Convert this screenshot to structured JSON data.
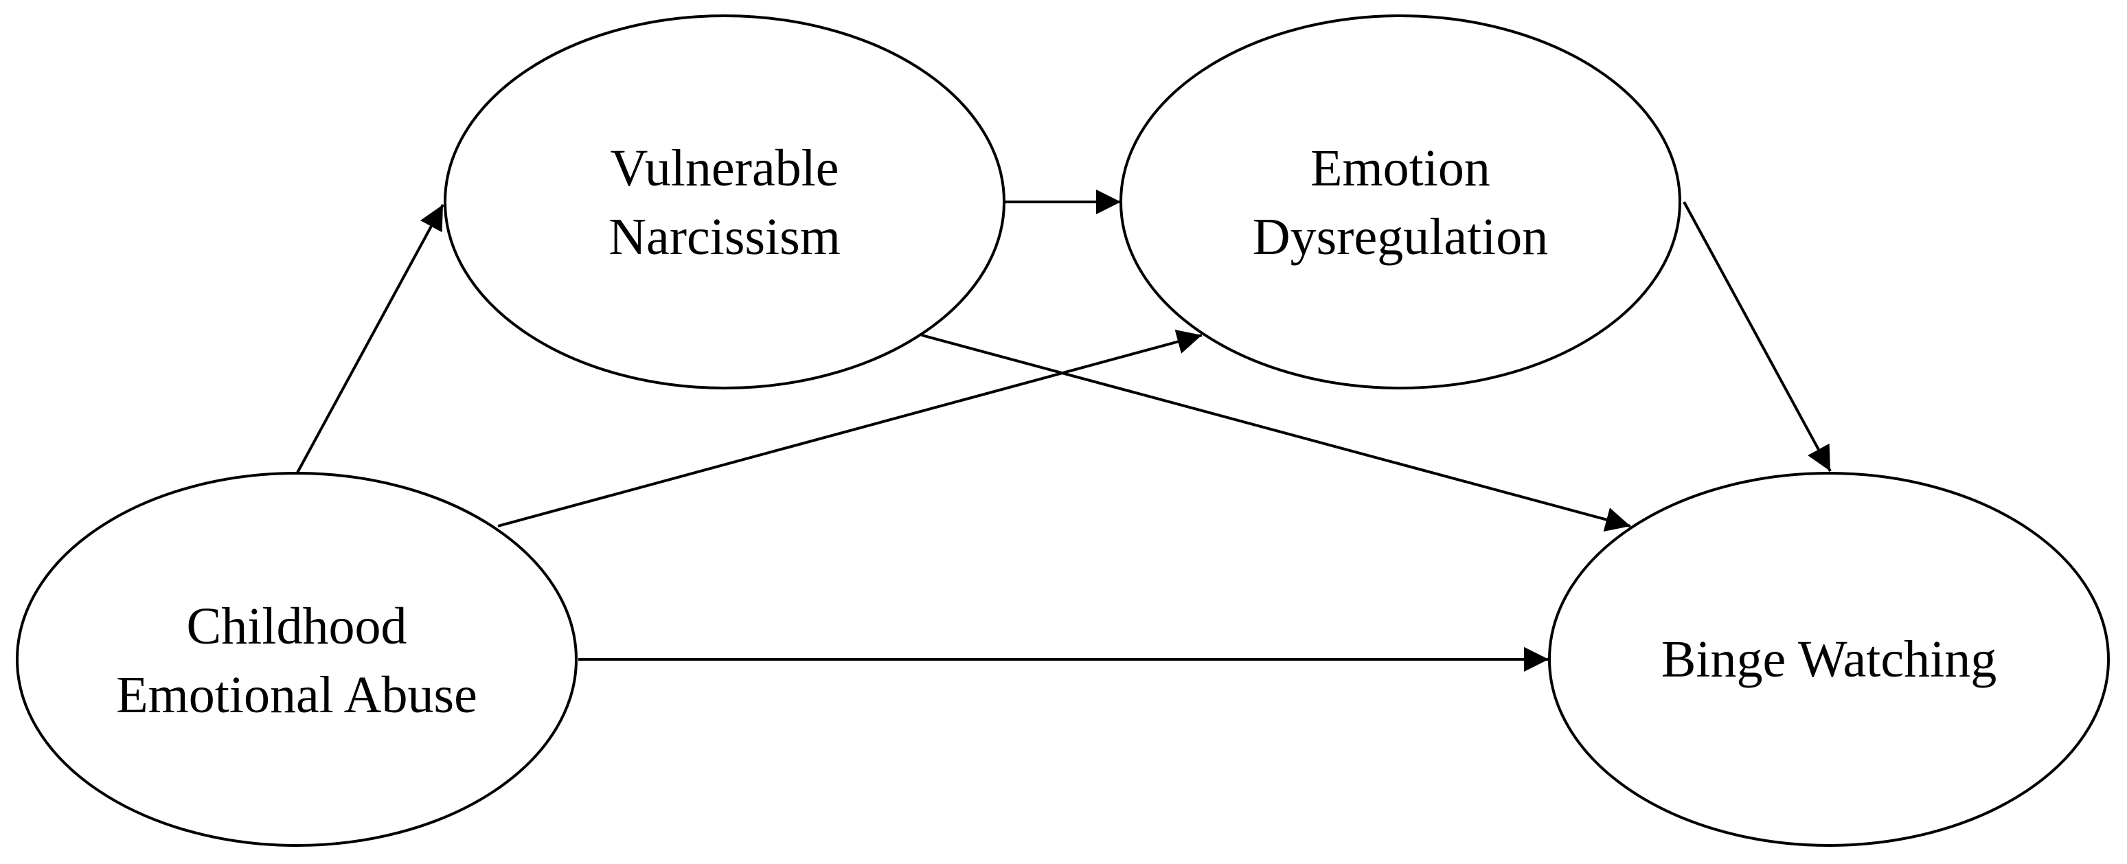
{
  "diagram": {
    "nodes": [
      {
        "id": "vulnerable-narcissism",
        "lines": [
          "Vulnerable",
          "Narcissism"
        ]
      },
      {
        "id": "emotion-dysregulation",
        "lines": [
          "Emotion",
          "Dysregulation"
        ]
      },
      {
        "id": "childhood-emotional-abuse",
        "lines": [
          "Childhood",
          "Emotional Abuse"
        ]
      },
      {
        "id": "binge-watching",
        "lines": [
          "Binge Watching"
        ]
      }
    ],
    "edges": [
      {
        "from": "childhood-emotional-abuse",
        "to": "vulnerable-narcissism"
      },
      {
        "from": "childhood-emotional-abuse",
        "to": "emotion-dysregulation"
      },
      {
        "from": "childhood-emotional-abuse",
        "to": "binge-watching"
      },
      {
        "from": "vulnerable-narcissism",
        "to": "emotion-dysregulation"
      },
      {
        "from": "vulnerable-narcissism",
        "to": "binge-watching"
      },
      {
        "from": "emotion-dysregulation",
        "to": "binge-watching"
      }
    ],
    "colors": {
      "stroke": "#000000",
      "background": "#ffffff"
    }
  }
}
